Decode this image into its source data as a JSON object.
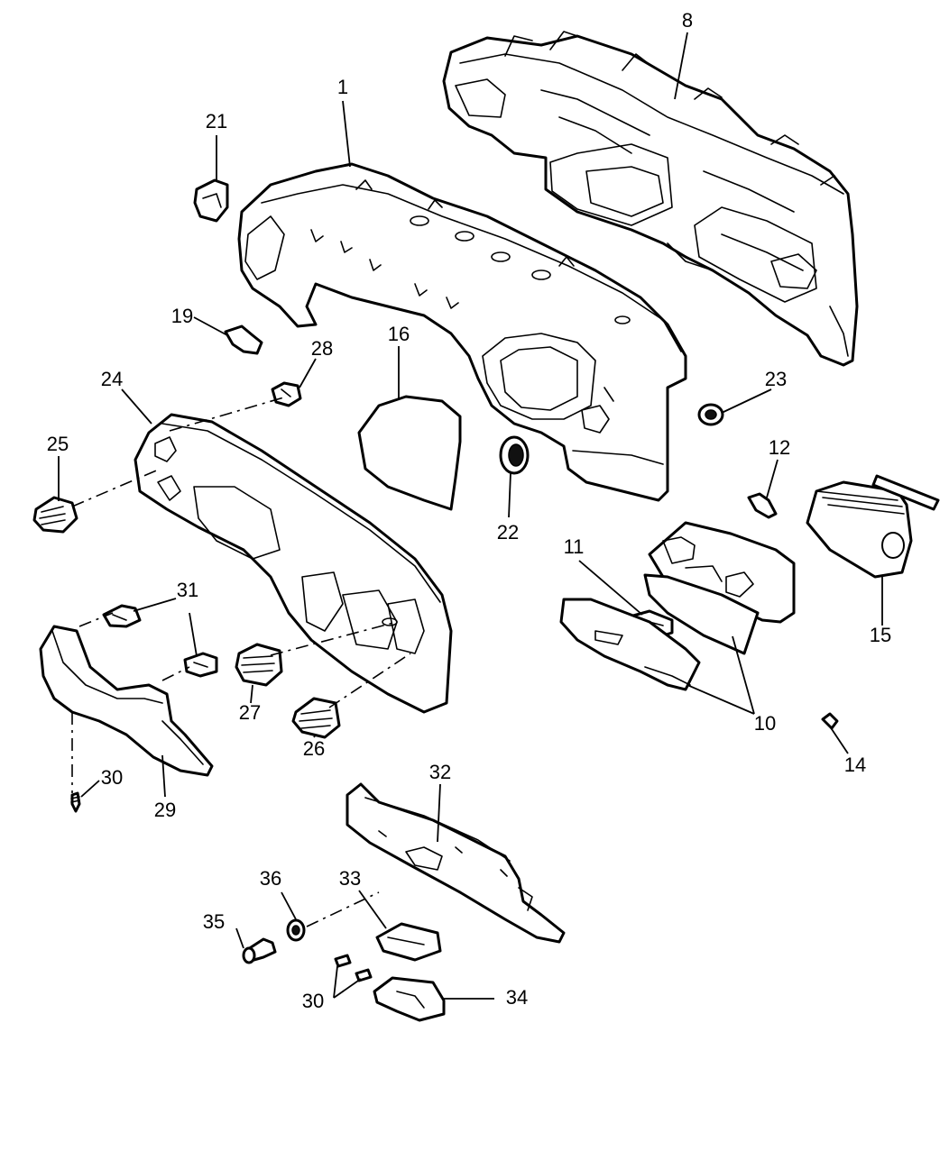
{
  "callouts": [
    {
      "id": "c1",
      "label": "1"
    },
    {
      "id": "c8",
      "label": "8"
    },
    {
      "id": "c21",
      "label": "21"
    },
    {
      "id": "c19",
      "label": "19"
    },
    {
      "id": "c28",
      "label": "28"
    },
    {
      "id": "c16",
      "label": "16"
    },
    {
      "id": "c24",
      "label": "24"
    },
    {
      "id": "c25",
      "label": "25"
    },
    {
      "id": "c23",
      "label": "23"
    },
    {
      "id": "c12",
      "label": "12"
    },
    {
      "id": "c22",
      "label": "22"
    },
    {
      "id": "c11",
      "label": "11"
    },
    {
      "id": "c15",
      "label": "15"
    },
    {
      "id": "c31a",
      "label": "31"
    },
    {
      "id": "c31b",
      "label": "31"
    },
    {
      "id": "c27",
      "label": "27"
    },
    {
      "id": "c26",
      "label": "26"
    },
    {
      "id": "c10",
      "label": "10"
    },
    {
      "id": "c14",
      "label": "14"
    },
    {
      "id": "c30a",
      "label": "30"
    },
    {
      "id": "c29",
      "label": "29"
    },
    {
      "id": "c32",
      "label": "32"
    },
    {
      "id": "c36",
      "label": "36"
    },
    {
      "id": "c33",
      "label": "33"
    },
    {
      "id": "c35",
      "label": "35"
    },
    {
      "id": "c30b",
      "label": "30"
    },
    {
      "id": "c34",
      "label": "34"
    }
  ]
}
